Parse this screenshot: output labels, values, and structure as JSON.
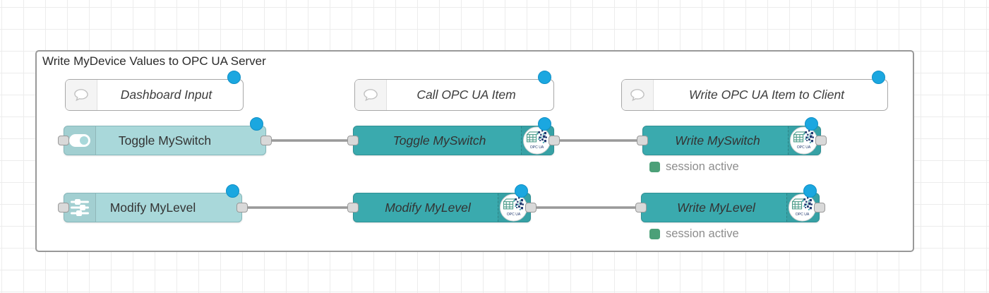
{
  "group": {
    "title": "Write MyDevice Values to OPC UA Server"
  },
  "comments": {
    "dashboard_input": {
      "label": "Dashboard Input"
    },
    "call_opcua_item": {
      "label": "Call OPC UA Item"
    },
    "write_opcua_item": {
      "label": "Write OPC UA Item to Client"
    }
  },
  "nodes": {
    "toggle_myswitch_ui": {
      "label": "Toggle MySwitch"
    },
    "modify_mylevel_ui": {
      "label": "Modify MyLevel"
    },
    "toggle_myswitch_call": {
      "label": "Toggle MySwitch"
    },
    "modify_mylevel_call": {
      "label": "Modify MyLevel"
    },
    "write_myswitch": {
      "label": "Write MySwitch",
      "status": "session active"
    },
    "write_mylevel": {
      "label": "Write MyLevel",
      "status": "session active"
    }
  },
  "badge": {
    "label": "OPC UA"
  },
  "colors": {
    "node_light": "#a9d8da",
    "node_dark": "#3aaaae",
    "status_green": "#4ca078",
    "changed_marker": "#1ba7e0",
    "wire": "#999999",
    "group_border": "#999999"
  }
}
